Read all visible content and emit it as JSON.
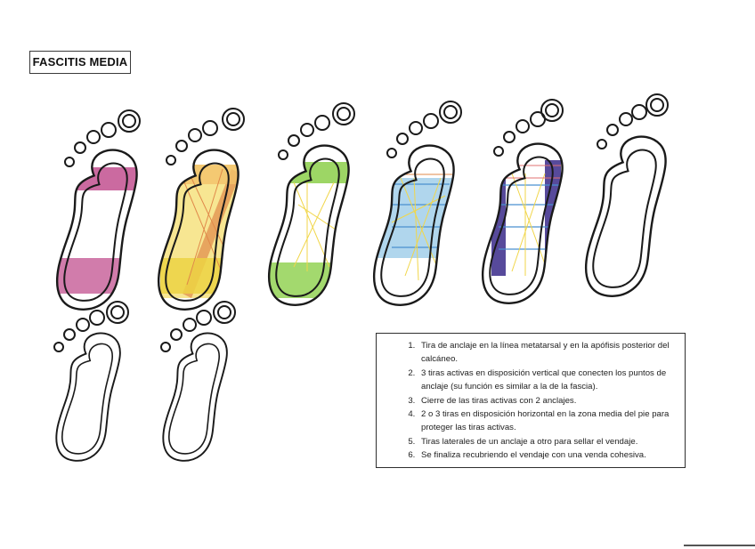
{
  "title": "FASCITIS MEDIA",
  "steps": [
    "Tira de anclaje en la línea metatarsal y en la apófisis posterior del calcáneo.",
    "3 tiras activas en disposición vertical que conecten los puntos de anclaje (su función es similar a la de la fascia).",
    "Cierre de las tiras activas con 2 anclajes.",
    "2 o 3 tiras en disposición horizontal en la zona media del pie para proteger las tiras activas.",
    "Tiras laterales de un anclaje a otro para sellar el vendaje.",
    "Se finaliza recubriendo el vendaje con una venda cohesiva."
  ],
  "feet": [
    {
      "name": "foot-step-1",
      "tape": "pink"
    },
    {
      "name": "foot-step-2",
      "tape": "yellow-orange"
    },
    {
      "name": "foot-step-3",
      "tape": "green-yellow"
    },
    {
      "name": "foot-step-4",
      "tape": "blue-yellow"
    },
    {
      "name": "foot-step-5",
      "tape": "purple-blue"
    },
    {
      "name": "foot-step-6",
      "tape": "none"
    },
    {
      "name": "foot-blank-1",
      "tape": "none"
    },
    {
      "name": "foot-blank-2",
      "tape": "none"
    }
  ],
  "colors": {
    "outline": "#1a1a1a",
    "pink": "#c2508f",
    "yellow": "#f1d64a",
    "orange": "#e0894a",
    "green": "#8ccf4a",
    "blue": "#8fc4e6",
    "purple": "#3a2a8a"
  }
}
